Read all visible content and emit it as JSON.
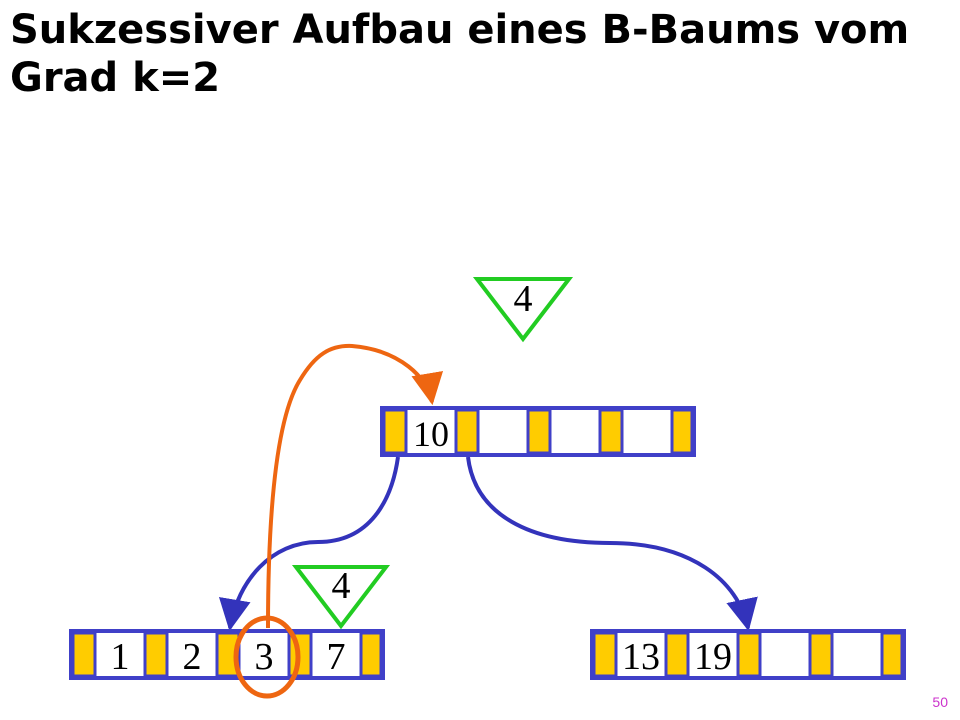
{
  "slide": {
    "title": "Sukzessiver Aufbau eines B-Baums vom Grad k=2",
    "number": "50"
  },
  "tree": {
    "root": {
      "keys": [
        "10",
        "",
        "",
        ""
      ]
    },
    "left_leaf": {
      "keys": [
        "1",
        "2",
        "3",
        "7"
      ]
    },
    "right_leaf": {
      "keys": [
        "13",
        "19",
        "",
        ""
      ]
    }
  },
  "markers": {
    "root_insert": {
      "label": "4"
    },
    "leaf_insert": {
      "label": "4"
    }
  },
  "colors": {
    "node_border": "#4040c8",
    "pointer_cell": "#ffcc00",
    "tree_edge": "#3333bb",
    "move_arrow": "#ee6611",
    "highlight_circle": "#ee6611",
    "insert_triangle": "#22cc22",
    "slide_number": "#cc33cc"
  }
}
